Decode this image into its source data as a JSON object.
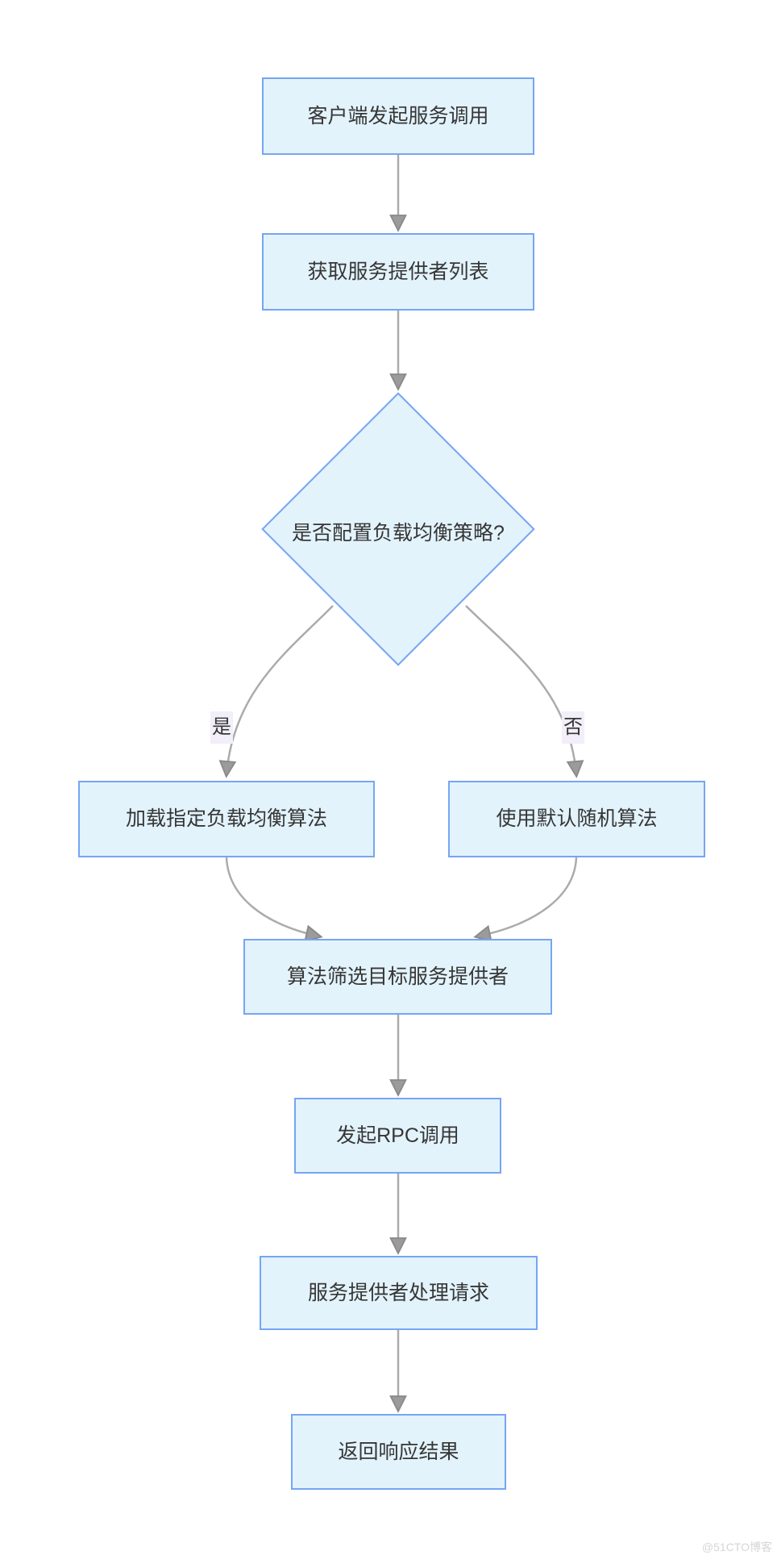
{
  "colors": {
    "background": "#ffffff",
    "node_fill": "#e3f3fc",
    "node_border": "#76a5f3",
    "line_color": "#ababab",
    "arrow_fill": "#9b9b9b",
    "arrow_stroke": "#8a8a8a",
    "text_color": "#363636",
    "label_bg": "#f2eefa",
    "watermark_color": "#d6d6d6"
  },
  "diagram": {
    "type": "flowchart",
    "direction": "top-down",
    "nodes": {
      "start": {
        "label": "客户端发起服务调用",
        "shape": "rect"
      },
      "get_providers": {
        "label": "获取服务提供者列表",
        "shape": "rect"
      },
      "decision": {
        "label": "是否配置负载均衡策略?",
        "shape": "diamond"
      },
      "load_specified": {
        "label": "加载指定负载均衡算法",
        "shape": "rect"
      },
      "use_default": {
        "label": "使用默认随机算法",
        "shape": "rect"
      },
      "filter_target": {
        "label": "算法筛选目标服务提供者",
        "shape": "rect"
      },
      "rpc_call": {
        "label": "发起RPC调用",
        "shape": "rect"
      },
      "provider_handle": {
        "label": "服务提供者处理请求",
        "shape": "rect"
      },
      "return_result": {
        "label": "返回响应结果",
        "shape": "rect"
      }
    },
    "edge_labels": {
      "yes": "是",
      "no": "否"
    },
    "edges": [
      {
        "from": "start",
        "to": "get_providers"
      },
      {
        "from": "get_providers",
        "to": "decision"
      },
      {
        "from": "decision",
        "to": "load_specified",
        "label": "是"
      },
      {
        "from": "decision",
        "to": "use_default",
        "label": "否"
      },
      {
        "from": "load_specified",
        "to": "filter_target"
      },
      {
        "from": "use_default",
        "to": "filter_target"
      },
      {
        "from": "filter_target",
        "to": "rpc_call"
      },
      {
        "from": "rpc_call",
        "to": "provider_handle"
      },
      {
        "from": "provider_handle",
        "to": "return_result"
      }
    ]
  },
  "watermark": "@51CTO博客"
}
